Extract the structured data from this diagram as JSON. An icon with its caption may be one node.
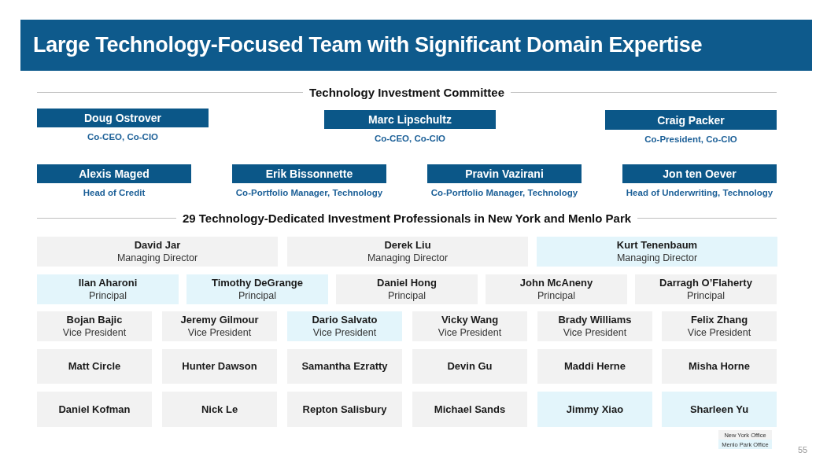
{
  "diagram": {
    "title": "Large Technology-Focused Team with Significant Domain Expertise",
    "nodes": [
      {
        "text": [
          "Doug Ostrover"
        ],
        "beside": [
          "Co-CEO, Co-CIO"
        ]
      },
      {
        "text": [
          "Marc Lipschultz"
        ],
        "beside": [
          "Co-CEO, Co-CIO"
        ]
      },
      {
        "text": [
          "Craig Packer"
        ],
        "beside": [
          "Co-President, Co-CIO"
        ]
      },
      {
        "text": [
          "Alexis Maged"
        ],
        "beside": [
          "Head of Credit"
        ]
      },
      {
        "text": [
          "Erik Bissonnette"
        ],
        "beside": [
          "Co-Portfolio Manager, Technology"
        ]
      },
      {
        "text": [
          "Pravin Vazirani"
        ],
        "beside": [
          "Co-Portfolio Manager, Technology"
        ]
      },
      {
        "text": [
          "Jon ten Oever"
        ],
        "beside": [
          "Head of Underwriting, Technology"
        ]
      },
      {
        "text": [
          "David Jar",
          "Managing Director"
        ]
      },
      {
        "text": [
          "Derek Liu",
          "Managing Director"
        ]
      },
      {
        "text": [
          "Kurt Tenenbaum",
          "Managing Director"
        ]
      },
      {
        "text": [
          "Ilan Aharoni",
          "Principal"
        ]
      },
      {
        "text": [
          "Timothy DeGrange",
          "Principal"
        ]
      },
      {
        "text": [
          "Daniel Hong",
          "Principal"
        ]
      },
      {
        "text": [
          "John McAneny",
          "Principal"
        ]
      },
      {
        "text": [
          "Darragh O’Flaherty",
          "Principal"
        ]
      },
      {
        "text": [
          "Bojan Bajic",
          "Vice President"
        ]
      },
      {
        "text": [
          "Jeremy Gilmour",
          "Vice President"
        ]
      },
      {
        "text": [
          "Dario Salvato",
          "Vice President"
        ]
      },
      {
        "text": [
          "Vicky Wang",
          "Vice President"
        ]
      },
      {
        "text": [
          "Brady Williams",
          "Vice President"
        ]
      },
      {
        "text": [
          "Felix Zhang",
          "Vice President"
        ]
      },
      {
        "text": [
          "Matt Circle"
        ]
      },
      {
        "text": [
          "Hunter Dawson"
        ]
      },
      {
        "text": [
          "Samantha Ezratty"
        ]
      },
      {
        "text": [
          "Devin Gu"
        ]
      },
      {
        "text": [
          "Maddi Herne"
        ]
      },
      {
        "text": [
          "Misha Horne"
        ]
      },
      {
        "text": [
          "Daniel Kofman"
        ]
      },
      {
        "text": [
          "Nick Le"
        ]
      },
      {
        "text": [
          "Repton Salisbury"
        ]
      },
      {
        "text": [
          "Michael Sands"
        ]
      },
      {
        "text": [
          "Jimmy Xiao"
        ]
      },
      {
        "text": [
          "Sharleen Yu"
        ]
      }
    ],
    "labels": [
      "Technology Investment Committee",
      "29 Technology-Dedicated Investment Professionals in New York and Menlo Park",
      "55"
    ],
    "legend": [
      {
        "text": "New York Office",
        "color": "#f2f2f2"
      },
      {
        "text": "Menlo Park Office",
        "color": "#e3f5fb"
      }
    ]
  }
}
